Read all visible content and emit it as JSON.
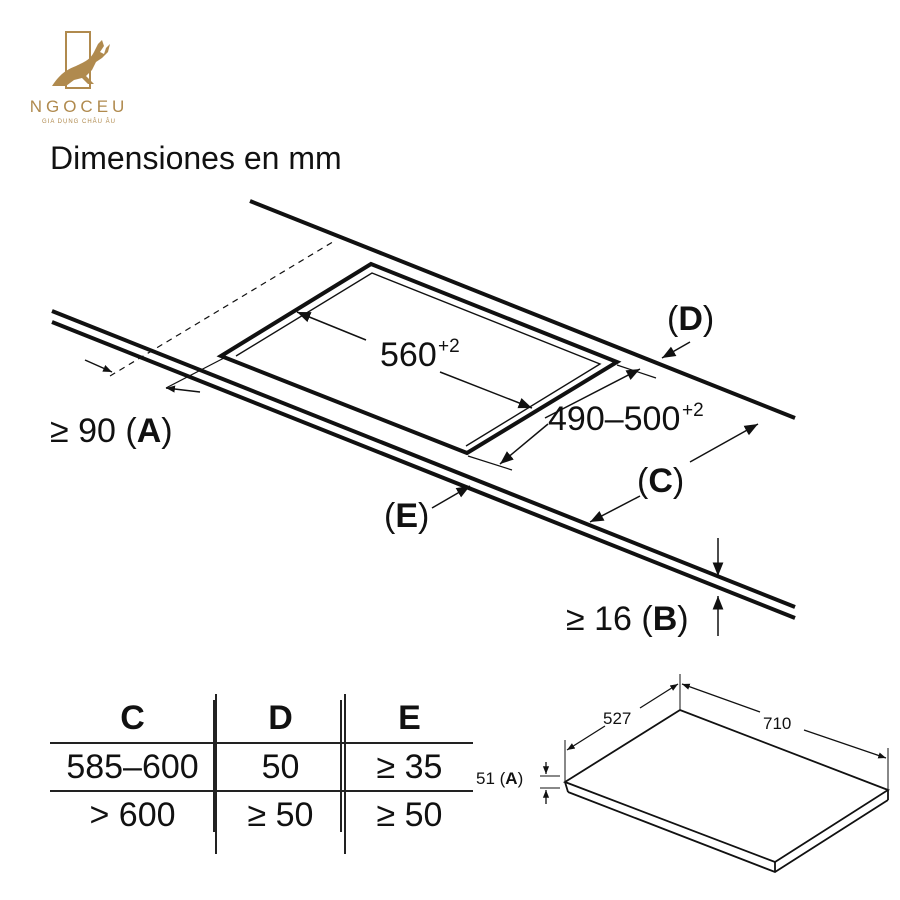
{
  "brand": {
    "name": "NGOCEU",
    "tagline": "GIA DỤNG CHÂU ÂU",
    "color": "#b08a4e"
  },
  "title": "Dimensiones en mm",
  "cutout": {
    "width_label": "560",
    "width_sup": "+2",
    "depth_label": "490–500",
    "depth_sup": "+2",
    "front_min": "≥ 90 (",
    "front_letter": "A",
    "thickness_min": "≥ 16 (",
    "thickness_letter": "B",
    "c_letter": "C",
    "d_letter": "D",
    "e_letter": "E",
    "paren_open": "(",
    "paren_close": ")"
  },
  "table": {
    "headers": [
      "C",
      "D",
      "E"
    ],
    "rows": [
      [
        "585–600",
        "50",
        "≥ 35"
      ],
      [
        "> 600",
        "≥ 50",
        "≥ 50"
      ]
    ]
  },
  "hob": {
    "depth_label": "527",
    "width_label": "710",
    "height_value": "51 (",
    "height_letter": "A",
    "height_close": ")"
  }
}
